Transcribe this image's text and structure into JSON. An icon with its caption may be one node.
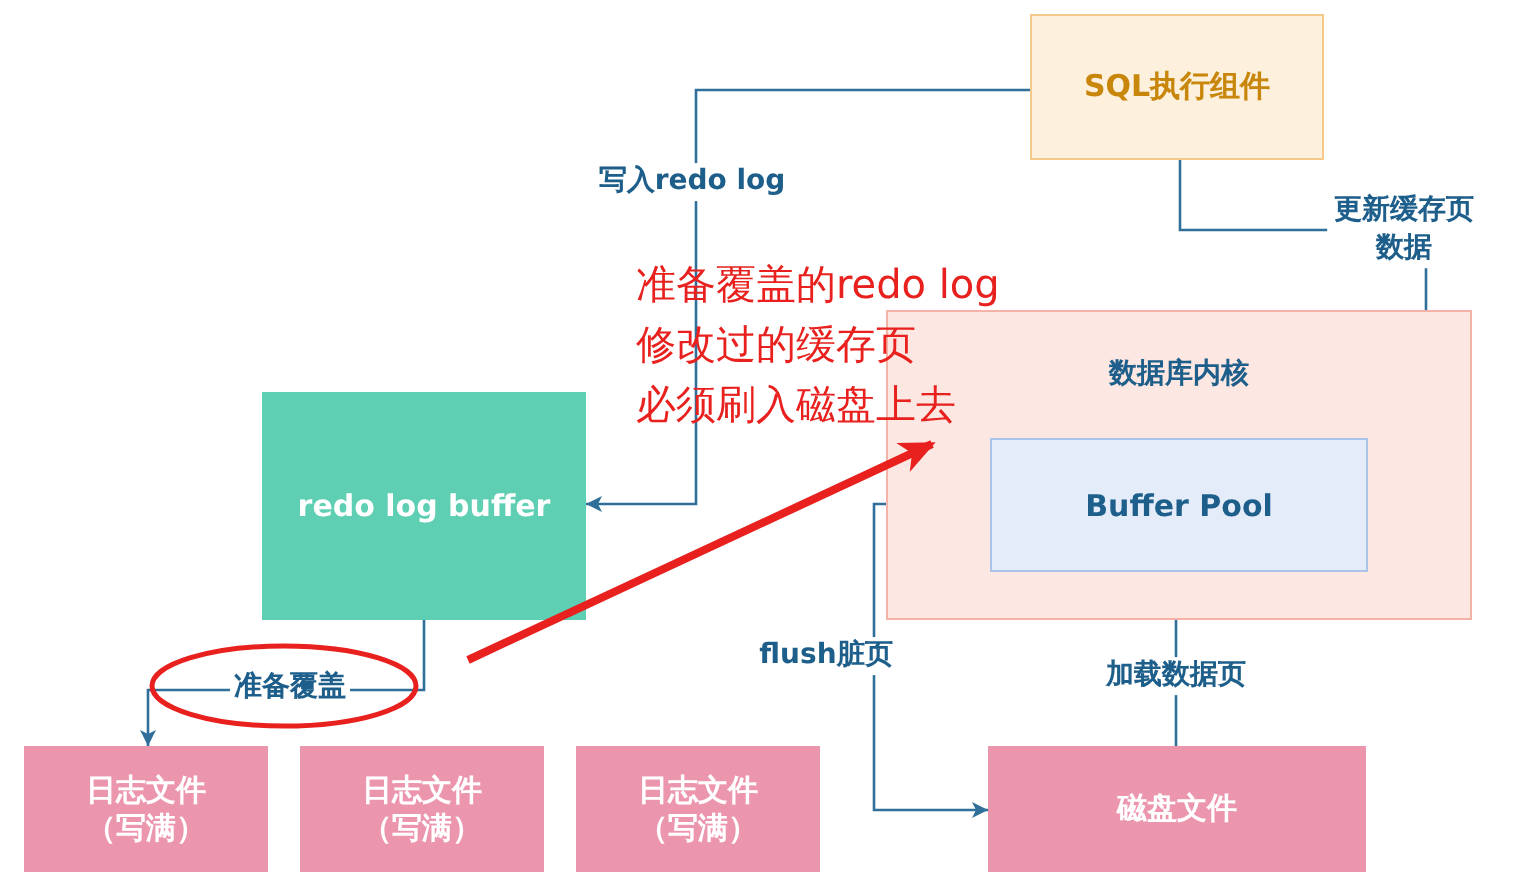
{
  "diagram": {
    "nodes": [
      {
        "text": [
          "SQL执行组件"
        ]
      },
      {
        "text": [
          "数据库内核"
        ]
      },
      {
        "text": [
          "Buffer Pool"
        ],
        "in": 1
      },
      {
        "text": [
          "redo log buffer"
        ]
      },
      {
        "text": [
          "准备覆盖的redo log",
          "修改过的缓存页",
          "必须刷入磁盘上去"
        ]
      },
      {
        "text": [
          "日志文件",
          "（写满）"
        ]
      },
      {
        "text": [
          "日志文件",
          "（写满）"
        ]
      },
      {
        "text": [
          "日志文件",
          "（写满）"
        ]
      },
      {
        "text": [
          "磁盘文件"
        ]
      }
    ],
    "edges": [
      {
        "from": 0,
        "to": 3,
        "arrow": "to",
        "label": "写入redo log"
      },
      {
        "from": 0,
        "to": 2,
        "arrow": "to",
        "label": "更新缓存页数据"
      },
      {
        "from": 3,
        "to": 5,
        "arrow": "to",
        "label": "准备覆盖"
      },
      {
        "from": 2,
        "to": 8,
        "arrow": "to",
        "label": "flush脏页"
      },
      {
        "from": 8,
        "to": 2,
        "arrow": "to",
        "label": "加载数据页"
      },
      {
        "from": null,
        "to": 4,
        "arrow": "to",
        "style": "thick",
        "color": "#e8211e"
      }
    ]
  }
}
